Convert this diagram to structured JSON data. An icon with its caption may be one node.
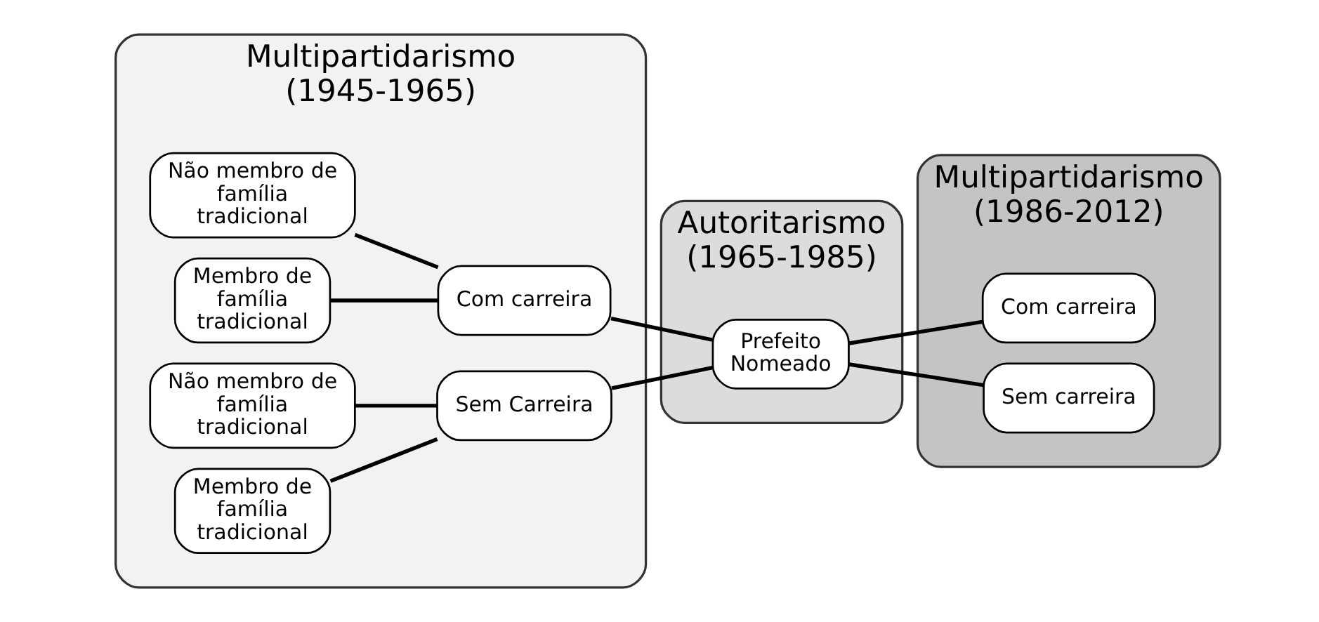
{
  "diagram": {
    "nodes": [
      {
        "text": [
          "Multipartidarismo (1945-1965)"
        ]
      },
      {
        "text": [
          "Não membro de família tradicional"
        ],
        "in": 0
      },
      {
        "text": [
          "Membro de família tradicional"
        ],
        "in": 0
      },
      {
        "text": [
          "Com carreira"
        ],
        "in": 0
      },
      {
        "text": [
          "Não membro de família tradicional"
        ],
        "in": 0
      },
      {
        "text": [
          "Membro de família tradicional"
        ],
        "in": 0
      },
      {
        "text": [
          "Sem Carreira"
        ],
        "in": 0
      },
      {
        "text": [
          "Autoritarismo (1965-1985)"
        ]
      },
      {
        "text": [
          "Prefeito Nomeado"
        ],
        "in": 7
      },
      {
        "text": [
          "Multipartidarismo (1986-2012)"
        ]
      },
      {
        "text": [
          "Com carreira"
        ],
        "in": 9
      },
      {
        "text": [
          "Sem carreira"
        ],
        "in": 9
      }
    ],
    "edges": [
      {
        "from": 1,
        "to": 3,
        "arrow": "none"
      },
      {
        "from": 2,
        "to": 3,
        "arrow": "none"
      },
      {
        "from": 4,
        "to": 6,
        "arrow": "none"
      },
      {
        "from": 5,
        "to": 6,
        "arrow": "none"
      },
      {
        "from": 3,
        "to": 8,
        "arrow": "none"
      },
      {
        "from": 6,
        "to": 8,
        "arrow": "none"
      },
      {
        "from": 8,
        "to": 10,
        "arrow": "none"
      },
      {
        "from": 8,
        "to": 11,
        "arrow": "none"
      }
    ]
  }
}
